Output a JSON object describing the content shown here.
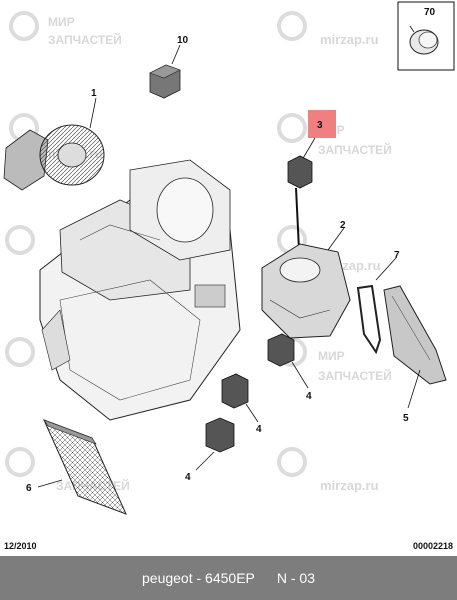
{
  "watermark": {
    "line1": "МИР",
    "line2": "ЗАПЧАСТЕЙ",
    "site": "mirzap.ru"
  },
  "callouts": {
    "c1": "1",
    "c2": "2",
    "c3": "3",
    "c4a": "4",
    "c4b": "4",
    "c4c": "4",
    "c5": "5",
    "c6": "6",
    "c7": "7",
    "c10": "10",
    "c70": "70"
  },
  "meta": {
    "date": "12/2010",
    "ref": "00002218"
  },
  "footer": {
    "brand": "peugeot - 6450EP",
    "section": "N - 03"
  },
  "colors": {
    "highlight": "#f08080",
    "footer_bg": "#7d7d7d",
    "watermark": "#d8d8d8"
  }
}
